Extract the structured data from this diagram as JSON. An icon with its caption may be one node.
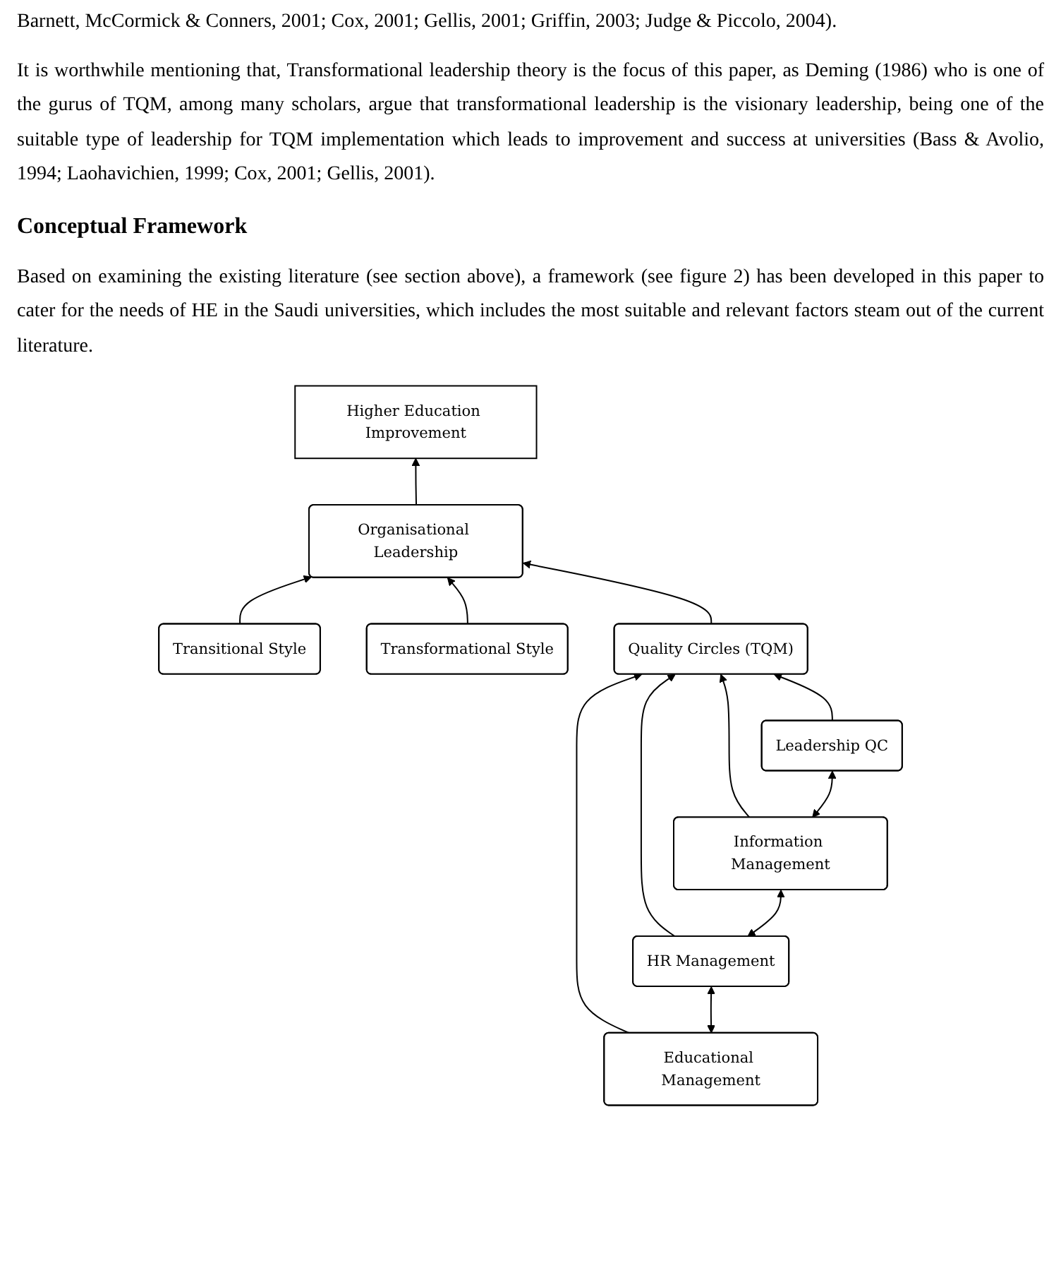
{
  "diagram": {
    "nodes": [
      {
        "text": [
          "Higher Education Improvement"
        ]
      },
      {
        "text": [
          "Transitional Style"
        ]
      },
      {
        "text": [
          "Organisational Leadership"
        ]
      },
      {
        "text": [
          "Transformational Style"
        ]
      },
      {
        "text": [
          "Quality Circles (TQM)"
        ]
      },
      {
        "text": [
          "Educational Management"
        ]
      },
      {
        "text": [
          "HR Management"
        ]
      },
      {
        "text": [
          "Information Management"
        ]
      },
      {
        "text": [
          "Leadership QC"
        ]
      }
    ],
    "edges": [
      {
        "from": 2,
        "to": 0,
        "arrow": "to"
      },
      {
        "from": 1,
        "to": 2,
        "arrow": "to"
      },
      {
        "from": 3,
        "to": 2,
        "arrow": "to"
      },
      {
        "from": 4,
        "to": 2,
        "arrow": "to"
      },
      {
        "from": 5,
        "to": 4,
        "arrow": "to"
      },
      {
        "from": 6,
        "to": 4,
        "arrow": "to"
      },
      {
        "from": 7,
        "to": 4,
        "arrow": "to"
      },
      {
        "from": 8,
        "to": 4,
        "arrow": "to"
      },
      {
        "from": 5,
        "to": 6,
        "arrow": "both"
      },
      {
        "from": 6,
        "to": 7,
        "arrow": "both"
      },
      {
        "from": 7,
        "to": 8,
        "arrow": "both"
      }
    ],
    "labels": [
      "Barnett, McCormick & Conners, 2001; Cox, 2001; Gellis, 2001; Griffin, 2003; Judge & Piccolo, 2004).",
      "It is worthwhile mentioning that, Transformational leadership theory is the focus of this paper, as Deming (1986) who is one of the gurus of TQM, among many scholars, argue that transformational leadership is the visionary leadership, being one of the suitable type of leadership for TQM implementation which leads to improvement and success at universities (Bass & Avolio, 1994; Laohavichien, 1999; Cox, 2001; Gellis, 2001).",
      "Conceptual Framework",
      "Based on examining the existing literature (see section above), a framework (see figure 2) has been developed in this paper to cater for the needs of HE in the Saudi universities, which includes the most suitable and relevant factors steam out of the current literature."
    ]
  }
}
